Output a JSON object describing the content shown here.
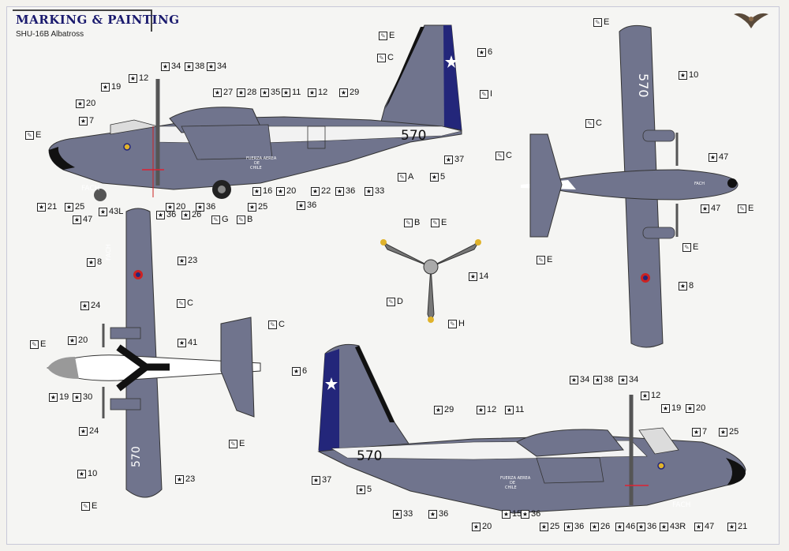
{
  "header": {
    "title": "MARKING & PAINTING",
    "subtitle": "SHU-16B Albatross"
  },
  "colors": {
    "aircraft_grey": "#70748d",
    "tail_blue": "#23267a",
    "white": "#ffffff",
    "black": "#111111",
    "prop_yellow": "#e0b32b",
    "title_blue": "#1a1a6e"
  },
  "icons": {
    "decal": "star-box-icon",
    "paint": "brush-box-icon",
    "logo": "bird-logo-icon"
  },
  "aircraft": {
    "serial": "570",
    "fach": "FACH",
    "fuerza": "FUERZA AEREA",
    "de": "DE",
    "chile": "CHILE"
  },
  "callouts": {
    "left_side": [
      {
        "t": "d",
        "v": "34"
      },
      {
        "t": "d",
        "v": "38"
      },
      {
        "t": "d",
        "v": "34"
      },
      {
        "t": "d",
        "v": "12"
      },
      {
        "t": "d",
        "v": "19"
      },
      {
        "t": "d",
        "v": "20"
      },
      {
        "t": "d",
        "v": "7"
      },
      {
        "t": "p",
        "v": "E"
      },
      {
        "t": "d",
        "v": "27"
      },
      {
        "t": "d",
        "v": "28"
      },
      {
        "t": "d",
        "v": "35"
      },
      {
        "t": "d",
        "v": "11"
      },
      {
        "t": "d",
        "v": "12"
      },
      {
        "t": "d",
        "v": "29"
      },
      {
        "t": "p",
        "v": "E"
      },
      {
        "t": "p",
        "v": "C"
      },
      {
        "t": "d",
        "v": "6"
      },
      {
        "t": "p",
        "v": "I"
      },
      {
        "t": "d",
        "v": "37"
      },
      {
        "t": "p",
        "v": "A"
      },
      {
        "t": "d",
        "v": "5"
      },
      {
        "t": "d",
        "v": "21"
      },
      {
        "t": "d",
        "v": "25"
      },
      {
        "t": "d",
        "v": "47"
      },
      {
        "t": "d",
        "v": "43L"
      },
      {
        "t": "d",
        "v": "36"
      },
      {
        "t": "d",
        "v": "20"
      },
      {
        "t": "d",
        "v": "26"
      },
      {
        "t": "d",
        "v": "36"
      },
      {
        "t": "p",
        "v": "G"
      },
      {
        "t": "p",
        "v": "B"
      },
      {
        "t": "d",
        "v": "25"
      },
      {
        "t": "d",
        "v": "16"
      },
      {
        "t": "d",
        "v": "20"
      },
      {
        "t": "d",
        "v": "36"
      },
      {
        "t": "d",
        "v": "22"
      },
      {
        "t": "d",
        "v": "36"
      },
      {
        "t": "d",
        "v": "33"
      }
    ],
    "top_view": [
      {
        "t": "p",
        "v": "E"
      },
      {
        "t": "d",
        "v": "10"
      },
      {
        "t": "p",
        "v": "C"
      },
      {
        "t": "p",
        "v": "C"
      },
      {
        "t": "d",
        "v": "47"
      },
      {
        "t": "d",
        "v": "47"
      },
      {
        "t": "p",
        "v": "E"
      },
      {
        "t": "p",
        "v": "E"
      },
      {
        "t": "p",
        "v": "E"
      },
      {
        "t": "d",
        "v": "8"
      }
    ],
    "propeller": [
      {
        "t": "p",
        "v": "B"
      },
      {
        "t": "p",
        "v": "E"
      },
      {
        "t": "d",
        "v": "14"
      },
      {
        "t": "p",
        "v": "D"
      },
      {
        "t": "p",
        "v": "H"
      }
    ],
    "bottom_view": [
      {
        "t": "d",
        "v": "8"
      },
      {
        "t": "d",
        "v": "23"
      },
      {
        "t": "d",
        "v": "24"
      },
      {
        "t": "p",
        "v": "C"
      },
      {
        "t": "p",
        "v": "E"
      },
      {
        "t": "d",
        "v": "20"
      },
      {
        "t": "d",
        "v": "41"
      },
      {
        "t": "p",
        "v": "C"
      },
      {
        "t": "d",
        "v": "19"
      },
      {
        "t": "d",
        "v": "30"
      },
      {
        "t": "d",
        "v": "24"
      },
      {
        "t": "p",
        "v": "E"
      },
      {
        "t": "d",
        "v": "10"
      },
      {
        "t": "d",
        "v": "23"
      },
      {
        "t": "p",
        "v": "E"
      }
    ],
    "right_side": [
      {
        "t": "d",
        "v": "6"
      },
      {
        "t": "d",
        "v": "34"
      },
      {
        "t": "d",
        "v": "38"
      },
      {
        "t": "d",
        "v": "34"
      },
      {
        "t": "d",
        "v": "12"
      },
      {
        "t": "d",
        "v": "29"
      },
      {
        "t": "d",
        "v": "12"
      },
      {
        "t": "d",
        "v": "11"
      },
      {
        "t": "d",
        "v": "19"
      },
      {
        "t": "d",
        "v": "20"
      },
      {
        "t": "d",
        "v": "7"
      },
      {
        "t": "d",
        "v": "25"
      },
      {
        "t": "d",
        "v": "37"
      },
      {
        "t": "d",
        "v": "5"
      },
      {
        "t": "d",
        "v": "33"
      },
      {
        "t": "d",
        "v": "36"
      },
      {
        "t": "d",
        "v": "20"
      },
      {
        "t": "d",
        "v": "15"
      },
      {
        "t": "d",
        "v": "36"
      },
      {
        "t": "d",
        "v": "25"
      },
      {
        "t": "d",
        "v": "36"
      },
      {
        "t": "d",
        "v": "26"
      },
      {
        "t": "d",
        "v": "46"
      },
      {
        "t": "d",
        "v": "36"
      },
      {
        "t": "d",
        "v": "43R"
      },
      {
        "t": "d",
        "v": "47"
      },
      {
        "t": "d",
        "v": "21"
      }
    ]
  }
}
